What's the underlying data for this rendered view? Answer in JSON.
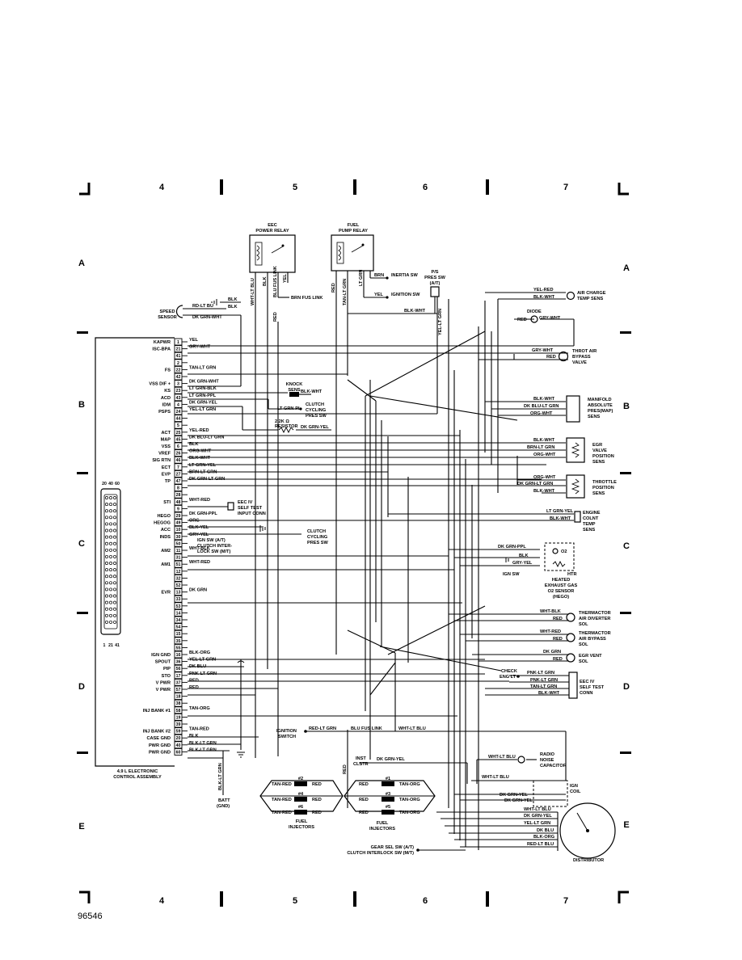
{
  "grid": {
    "columns": [
      "4",
      "5",
      "6",
      "7"
    ],
    "rows": [
      "A",
      "B",
      "C",
      "D",
      "E"
    ]
  },
  "ecu": {
    "title_line1": "4.9 L ELECTRONIC",
    "title_line2": "CONTROL ASSEMBLY",
    "connector_pins_top": [
      "20",
      "40",
      "60"
    ],
    "connector_pins_bottom": [
      "1",
      "21",
      "41"
    ],
    "terminals": [
      {
        "num": "1",
        "name": "KAPWR",
        "wire": "YEL"
      },
      {
        "num": "21",
        "name": "ISC-BPA",
        "wire": "GRY-WHT"
      },
      {
        "num": "41",
        "name": "",
        "wire": ""
      },
      {
        "num": "2",
        "name": "",
        "wire": ""
      },
      {
        "num": "22",
        "name": "FS",
        "wire": "TAN-LT GRN"
      },
      {
        "num": "42",
        "name": "",
        "wire": ""
      },
      {
        "num": "3",
        "name": "VSS DIF +",
        "wire": "DK GRN-WHT"
      },
      {
        "num": "23",
        "name": "KS",
        "wire": "LT GRN-BLK"
      },
      {
        "num": "43",
        "name": "ACD",
        "wire": "LT GRN-PPL"
      },
      {
        "num": "4",
        "name": "IDM",
        "wire": "DK GRN-YEL"
      },
      {
        "num": "24",
        "name": "PSPS",
        "wire": "YEL-LT GRN"
      },
      {
        "num": "44",
        "name": "",
        "wire": ""
      },
      {
        "num": "5",
        "name": "",
        "wire": ""
      },
      {
        "num": "25",
        "name": "ACT",
        "wire": "YEL-RED"
      },
      {
        "num": "45",
        "name": "MAP",
        "wire": "DK BLU-LT GRN"
      },
      {
        "num": "6",
        "name": "VSS",
        "wire": "BLK"
      },
      {
        "num": "26",
        "name": "VREF",
        "wire": "ORG-WHT"
      },
      {
        "num": "46",
        "name": "SIG RTN",
        "wire": "BLK-WHT"
      },
      {
        "num": "7",
        "name": "ECT",
        "wire": "LT GRN-YEL"
      },
      {
        "num": "27",
        "name": "EVP",
        "wire": "BRN-LT GRN"
      },
      {
        "num": "47",
        "name": "TP",
        "wire": "DK GRN-LT GRN"
      },
      {
        "num": "8",
        "name": "",
        "wire": ""
      },
      {
        "num": "28",
        "name": "",
        "wire": ""
      },
      {
        "num": "48",
        "name": "STI",
        "wire": "WHT-RED"
      },
      {
        "num": "9",
        "name": "",
        "wire": ""
      },
      {
        "num": "29",
        "name": "HEGO",
        "wire": "DK GRN-PPL"
      },
      {
        "num": "49",
        "name": "HEGOG",
        "wire": "ORG"
      },
      {
        "num": "10",
        "name": "ACC",
        "wire": "BLK-YEL"
      },
      {
        "num": "30",
        "name": "INDS",
        "wire": "GRY-YEL"
      },
      {
        "num": "50",
        "name": "",
        "wire": ""
      },
      {
        "num": "11",
        "name": "AM2",
        "wire": "WHT-BLK"
      },
      {
        "num": "31",
        "name": "",
        "wire": ""
      },
      {
        "num": "51",
        "name": "AM1",
        "wire": "WHT-RED"
      },
      {
        "num": "12",
        "name": "",
        "wire": ""
      },
      {
        "num": "32",
        "name": "",
        "wire": ""
      },
      {
        "num": "52",
        "name": "",
        "wire": ""
      },
      {
        "num": "13",
        "name": "EVR",
        "wire": "DK GRN"
      },
      {
        "num": "33",
        "name": "",
        "wire": ""
      },
      {
        "num": "53",
        "name": "",
        "wire": ""
      },
      {
        "num": "14",
        "name": "",
        "wire": ""
      },
      {
        "num": "34",
        "name": "",
        "wire": ""
      },
      {
        "num": "54",
        "name": "",
        "wire": ""
      },
      {
        "num": "15",
        "name": "",
        "wire": ""
      },
      {
        "num": "35",
        "name": "",
        "wire": ""
      },
      {
        "num": "55",
        "name": "",
        "wire": ""
      },
      {
        "num": "16",
        "name": "IGN GND",
        "wire": "BLK-ORG"
      },
      {
        "num": "36",
        "name": "SPOUT",
        "wire": "YEL-LT GRN"
      },
      {
        "num": "56",
        "name": "PIP",
        "wire": "DK BLU"
      },
      {
        "num": "17",
        "name": "STO",
        "wire": "PNK-LT GRN"
      },
      {
        "num": "37",
        "name": "V PWR",
        "wire": "RED"
      },
      {
        "num": "57",
        "name": "V PWR",
        "wire": "RED"
      },
      {
        "num": "18",
        "name": "",
        "wire": ""
      },
      {
        "num": "38",
        "name": "",
        "wire": ""
      },
      {
        "num": "58",
        "name": "INJ BANK #1",
        "wire": "TAN-ORG"
      },
      {
        "num": "19",
        "name": "",
        "wire": ""
      },
      {
        "num": "39",
        "name": "",
        "wire": ""
      },
      {
        "num": "59",
        "name": "INJ BANK #2",
        "wire": "TAN-RED"
      },
      {
        "num": "20",
        "name": "CASE GND",
        "wire": "BLK"
      },
      {
        "num": "40",
        "name": "PWR GND",
        "wire": "BLK-LT GRN"
      },
      {
        "num": "60",
        "name": "PWR GND",
        "wire": "BLK-LT GRN"
      }
    ]
  },
  "relays": {
    "eec": {
      "line1": "EEC",
      "line2": "POWER RELAY",
      "wires": [
        "WHT-LT BLU",
        "BLK",
        "BLU FUS LINK",
        "YEL"
      ]
    },
    "fuel": {
      "line1": "FUEL",
      "line2": "PUMP RELAY",
      "wires": [
        "RED",
        "TAN-LT GRN",
        "LT GRN"
      ]
    }
  },
  "top_labels": {
    "brn_fus_link": "BRN FUS LINK",
    "red": "RED",
    "brn": "BRN",
    "inertia_sw": "INERTIA SW",
    "yel": "YEL",
    "ignition_sw": "IGNITION SW",
    "blk_wht": "BLK-WHT",
    "ps_press_sw_1": "P/S",
    "ps_press_sw_2": "PRES SW",
    "ps_press_sw_3": "(A/T)",
    "yel_lt_grn": "YEL-LT GRN",
    "speed_sensor_1": "SPEED",
    "speed_sensor_2": "SENSOR",
    "rd_lt_bu": "RD-LT BU",
    "blk": "BLK",
    "dk_grn_wht": "DK GRN-WHT",
    "knock_sens_1": "KNOCK",
    "knock_sens_2": "SENS",
    "knock_blk_wht": "BLK-WHT",
    "clutch_cycling_1": "CLUTCH",
    "clutch_cycling_2": "CYCLING",
    "clutch_cycling_3": "PRES SW",
    "lt_grn_pl": "LT GRN-PL",
    "resistor_1": "2.2K Ω",
    "resistor_2": "RESISTOR",
    "dk_grn_yel": "DK GRN-YEL",
    "eec_test_1": "EEC IV",
    "eec_test_2": "SELF TEST",
    "eec_test_3": "INPUT CONN",
    "clutch_press_1": "CLUTCH",
    "clutch_press_2": "CYCLING",
    "clutch_press_3": "PRES SW",
    "ign_sw_at_1": "IGN SW (A/T)",
    "ign_sw_at_2": "CLUTCH INTER-",
    "ign_sw_at_3": "LOCK SW (M/T)"
  },
  "components": {
    "air_charge": {
      "line1": "AIR CHARGE",
      "line2": "TEMP SENS",
      "wires": [
        "YEL-RED",
        "BLK-WHT"
      ]
    },
    "diode": {
      "line1": "DIODE",
      "wires": [
        "RED",
        "GRY-WHT"
      ]
    },
    "throt_air": {
      "line1": "THROT AIR",
      "line2": "BYPASS",
      "line3": "VALVE",
      "wires": [
        "GRY-WHT",
        "RED"
      ]
    },
    "map_sens": {
      "line1": "MANIFOLD",
      "line2": "ABSOLUTE",
      "line3": "PRES(MAP)",
      "line4": "SENS",
      "wires": [
        "BLK-WHT",
        "DK BLU-LT GRN",
        "ORG-WHT"
      ]
    },
    "egr_valve": {
      "line1": "EGR",
      "line2": "VALVE",
      "line3": "POSITION",
      "line4": "SENS",
      "wires": [
        "BLK-WHT",
        "BRN-LT GRN",
        "ORG-WHT"
      ]
    },
    "throttle_pos": {
      "line1": "THROTTLE",
      "line2": "POSITION",
      "line3": "SENS",
      "wires": [
        "ORG-WHT",
        "DK GRN-LT GRN",
        "BLK-WHT"
      ]
    },
    "engine_coolant": {
      "line1": "ENGINE",
      "line2": "COLNT",
      "line3": "TEMP",
      "line4": "SENS",
      "wires": [
        "LT GRN-YEL",
        "BLK-WHT"
      ]
    },
    "hego": {
      "line1": "HEATED",
      "line2": "EXHAUST GAS",
      "line3": "O2 SENSOR",
      "line4": "(HEGO)",
      "o2": "O2",
      "htr": "HTR",
      "ign_sw": "IGN SW",
      "wires": [
        "DK GRN-PPL",
        "BLK",
        "GRY-YEL"
      ]
    },
    "thermactor_div": {
      "line1": "THERMACTOR",
      "line2": "AIR DIVERTER",
      "line3": "SOL",
      "wires": [
        "WHT-BLK",
        "RED"
      ]
    },
    "thermactor_bypass": {
      "line1": "THERMACTOR",
      "line2": "AIR BYPASS",
      "line3": "SOL",
      "wires": [
        "WHT-RED",
        "RED"
      ]
    },
    "egr_vent": {
      "line1": "EGR VENT",
      "line2": "SOL",
      "wires": [
        "DK GRN",
        "RED"
      ]
    },
    "self_test_conn": {
      "line1": "EEC IV",
      "line2": "SELF TEST",
      "line3": "CONN",
      "check_1": "CHECK",
      "check_2": "ENG LT",
      "wires": [
        "PNK-LT GRN",
        "PNK-LT GRN",
        "TAN-LT GRN",
        "BLK-WHT"
      ]
    },
    "ignition_switch": {
      "line1": "IGNITION",
      "line2": "SWITCH",
      "wires": [
        "RED-LT GRN",
        "BLU FUS LINK",
        "WHT-LT BLU"
      ]
    },
    "inst_clstr": {
      "line1": "INST",
      "line2": "CLSTR",
      "wire": "DK GRN-YEL"
    },
    "radio_noise": {
      "line1": "RADIO",
      "line2": "NOISE",
      "line3": "CAPACITOR",
      "wire": "WHT-LT BLU"
    },
    "ign_coil": {
      "line1": "IGN",
      "line2": "COIL",
      "wires": [
        "WHT-LT BLU",
        "DK GRN-YEL",
        "DK GRN-YEL"
      ]
    },
    "distributor": {
      "line1": "DISTRIBUTOR",
      "wires": [
        "WHT-LT BLU",
        "DK GRN-YEL",
        "YEL-LT GRN",
        "DK BLU",
        "BLK-ORG",
        "RED-LT BLU"
      ]
    },
    "injectors_left": {
      "line1": "FUEL",
      "line2": "INJECTORS",
      "rows": [
        {
          "left": "TAN-RED",
          "num": "#2",
          "right": "RED"
        },
        {
          "left": "TAN-RED",
          "num": "#4",
          "right": "RED"
        },
        {
          "left": "TAN-RED",
          "num": "#6",
          "right": "RED"
        }
      ]
    },
    "injectors_right": {
      "line1": "FUEL",
      "line2": "INJECTORS",
      "rows": [
        {
          "left": "RED",
          "num": "#1",
          "right": "TAN-ORG"
        },
        {
          "left": "RED",
          "num": "#3",
          "right": "TAN-ORG"
        },
        {
          "left": "RED",
          "num": "#5",
          "right": "TAN-ORG"
        }
      ]
    },
    "inj_red": "RED",
    "gear_sel_1": "GEAR SEL SW (A/T)",
    "gear_sel_2": "CLUTCH INTERLOCK SW (M/T)",
    "batt_1": "BATT",
    "batt_2": "(GND)",
    "blk_lt_grn": "BLK-LT GRN"
  },
  "footer": {
    "ref": "96546"
  }
}
